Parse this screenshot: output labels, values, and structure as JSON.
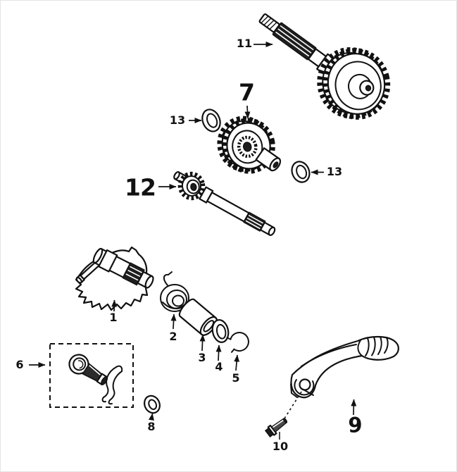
{
  "diagram": {
    "description": "Exploded parts diagram - kick starter mechanism and transmission shafts",
    "background_color": "#ffffff",
    "line_color": "#111111",
    "callouts": {
      "c1": {
        "label": "1",
        "part": "kick-starter-spindle"
      },
      "c2": {
        "label": "2",
        "part": "return-spring"
      },
      "c3": {
        "label": "3",
        "part": "spacer-sleeve"
      },
      "c4": {
        "label": "4",
        "part": "washer"
      },
      "c5": {
        "label": "5",
        "part": "circlip"
      },
      "c6": {
        "label": "6",
        "part": "starter-ratchet-kit"
      },
      "c7": {
        "label": "7",
        "part": "idler-gear"
      },
      "c8": {
        "label": "8",
        "part": "seal-ring"
      },
      "c9": {
        "label": "9",
        "part": "kick-starter-lever"
      },
      "c10": {
        "label": "10",
        "part": "lever-bolt"
      },
      "c11": {
        "label": "11",
        "part": "output-shaft-with-gear"
      },
      "c12": {
        "label": "12",
        "part": "drive-shaft-pinion"
      },
      "c13a": {
        "label": "13",
        "part": "washer"
      },
      "c13b": {
        "label": "13",
        "part": "washer"
      }
    }
  }
}
